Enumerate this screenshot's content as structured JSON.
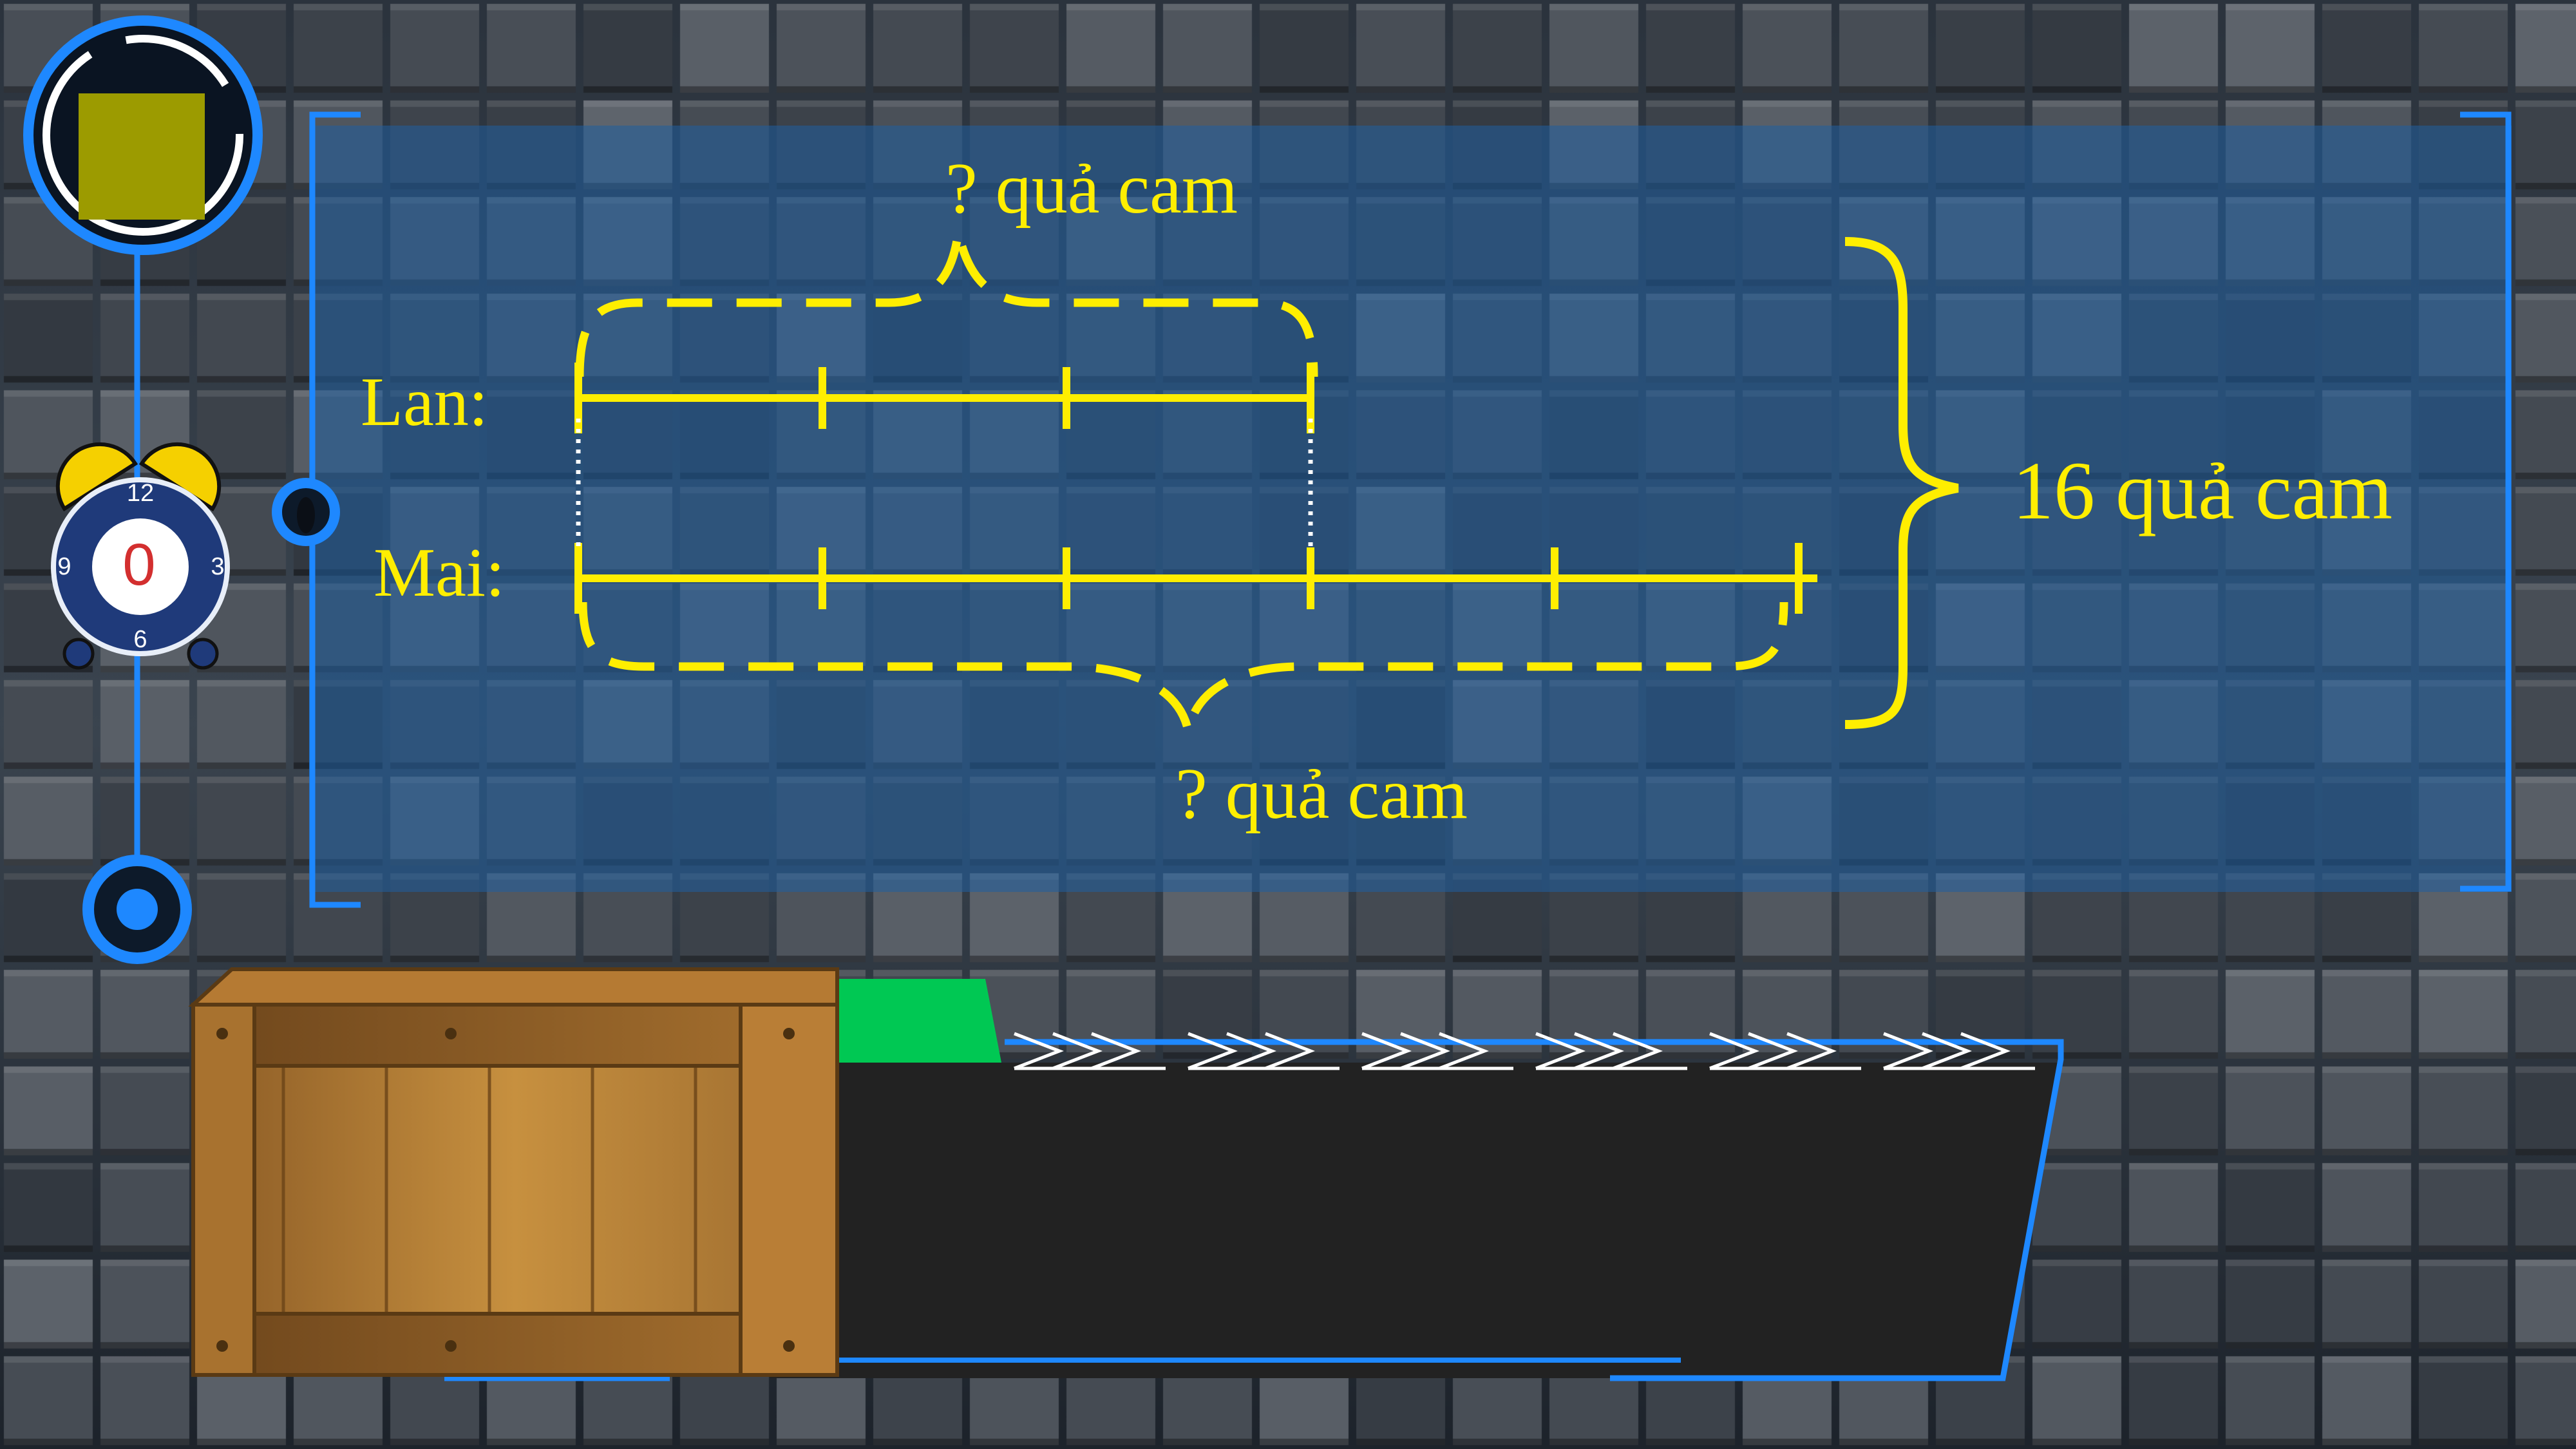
{
  "colors": {
    "diagram_yellow": "#ffee00",
    "hud_blue": "#1e88ff",
    "panel_blue": "#1f5fa0",
    "progress_green": "#00c853",
    "answer_box": "#222222",
    "clock_face": "#1f3a7a",
    "clock_digit": "#d32f2f",
    "square_olive": "#9c9b00"
  },
  "timer": {
    "value": "0",
    "dial_numbers": [
      "12",
      "3",
      "6",
      "9"
    ]
  },
  "diagram": {
    "lan_label": "Lan:",
    "mai_label": "Mai:",
    "top_question": "? quả cam",
    "bottom_question": "? quả cam",
    "total_label": "16 quả cam",
    "lan_segments": 3,
    "mai_segments": 5
  },
  "answer_panel": {
    "arrow_count": 6,
    "answer_text": ""
  },
  "icons": {
    "timer": "alarm-clock-icon",
    "slide": "square-icon",
    "crate": "wooden-crate-icon",
    "arrows": "chevron-right-icon"
  }
}
